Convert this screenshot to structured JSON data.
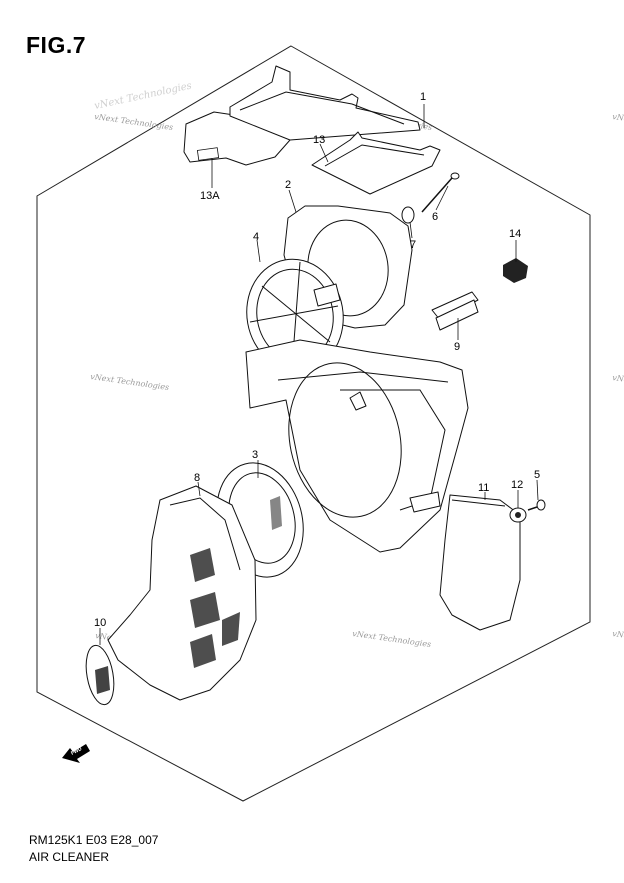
{
  "figure": {
    "title": "FIG.7",
    "code": "RM125K1 E03 E28_007",
    "name": "AIR CLEANER",
    "fwd_label": "FWD"
  },
  "watermark": {
    "text": "vNext Technologies"
  },
  "callouts": [
    {
      "id": "1",
      "label": "1"
    },
    {
      "id": "13",
      "label": "13"
    },
    {
      "id": "13a",
      "label": "13A"
    },
    {
      "id": "2",
      "label": "2"
    },
    {
      "id": "6",
      "label": "6"
    },
    {
      "id": "7",
      "label": "7"
    },
    {
      "id": "4",
      "label": "4"
    },
    {
      "id": "14",
      "label": "14"
    },
    {
      "id": "9",
      "label": "9"
    },
    {
      "id": "3",
      "label": "3"
    },
    {
      "id": "8",
      "label": "8"
    },
    {
      "id": "11",
      "label": "11"
    },
    {
      "id": "12",
      "label": "12"
    },
    {
      "id": "5",
      "label": "5"
    },
    {
      "id": "10",
      "label": "10"
    }
  ]
}
